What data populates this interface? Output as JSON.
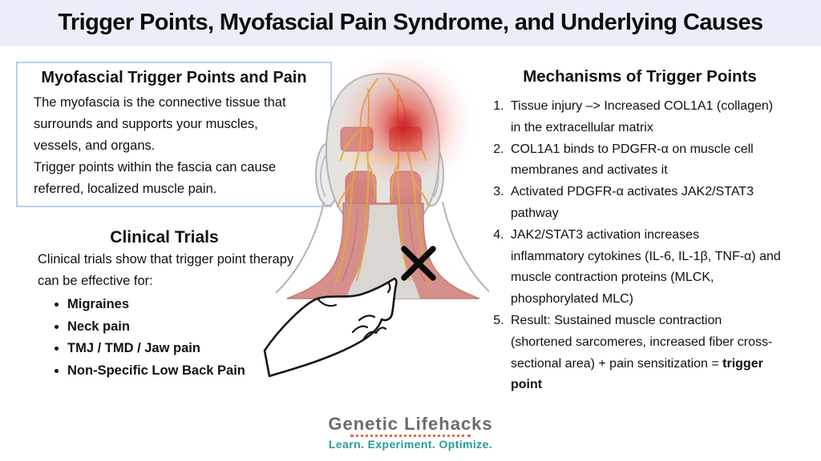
{
  "title": "Trigger Points, Myofascial Pain Syndrome, and Underlying Causes",
  "info_box": {
    "heading": "Myofascial Trigger Points and Pain",
    "body": "The myofascia is the connective tissue that\nsurrounds and supports your muscles,\nvessels, and organs.\nTrigger points within the fascia can cause\nreferred, localized muscle pain."
  },
  "clinical_trials": {
    "heading": "Clinical Trials",
    "intro": "Clinical trials show that trigger point therapy\ncan be effective for:",
    "bullets": [
      "Migraines",
      "Neck pain",
      "TMJ / TMD / Jaw pain",
      "Non-Specific Low Back Pain"
    ]
  },
  "mechanisms": {
    "heading": "Mechanisms of Trigger Points",
    "items": [
      {
        "text": "Tissue injury –> Increased COL1A1 (collagen)\nin the extracellular matrix"
      },
      {
        "text": "COL1A1 binds to PDGFR-α on muscle cell\nmembranes and activates it"
      },
      {
        "text": "Activated PDGFR-α  activates JAK2/STAT3\npathway"
      },
      {
        "text": "JAK2/STAT3 activation increases\ninflammatory cytokines (IL-6, IL-1β, TNF-α) and\nmuscle contraction proteins (MLCK,\nphosphorylated MLC)"
      },
      {
        "text": "Result: Sustained muscle contraction\n(shortened sarcomeres, increased fiber cross-\nsectional area) + pain sensitization = ",
        "bold": "trigger\npoint"
      }
    ]
  },
  "illustration": {
    "marker_symbol": "X"
  },
  "logo": {
    "name": "Genetic Lifehacks",
    "tagline": "Learn. Experiment. Optimize."
  },
  "colors": {
    "header_bg": "#e9eef8",
    "box_border": "#b9cfe8",
    "text": "#111111",
    "muscle_red": "#d5827d",
    "nerve_yellow": "#e1a83d",
    "glow_red": "#e01e24",
    "logo_gray": "#6a6b6e",
    "logo_teal": "#2a9a96",
    "logo_orange": "#e8693c"
  }
}
